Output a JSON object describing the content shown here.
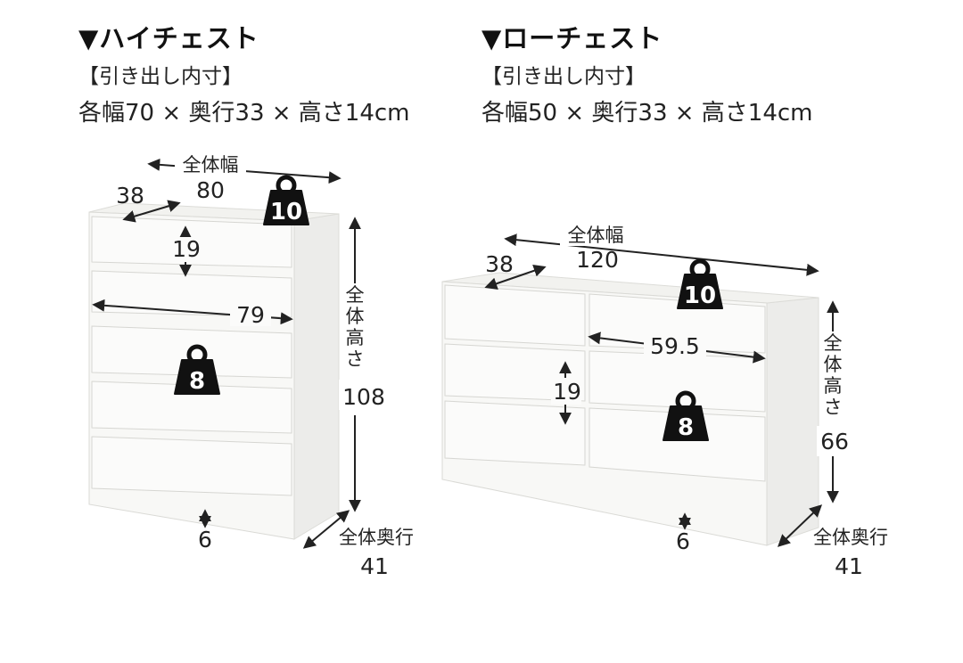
{
  "left": {
    "title": "▼ハイチェスト",
    "drawer_label": "【引き出し内寸】",
    "drawer_dims": "各幅70 × 奥行33 × 高さ14cm",
    "dims": {
      "width_label": "全体幅",
      "width": "80",
      "top_depth": "38",
      "drawer_height": "19",
      "drawer_width": "79",
      "height_label_chars": [
        "全",
        "体",
        "高",
        "さ"
      ],
      "height": "108",
      "base": "6",
      "depth_label": "全体奥行",
      "depth": "41"
    },
    "load_top": "10",
    "load_drawer": "8"
  },
  "right": {
    "title": "▼ローチェスト",
    "drawer_label": "【引き出し内寸】",
    "drawer_dims": "各幅50 × 奥行33 × 高さ14cm",
    "dims": {
      "width_label": "全体幅",
      "width": "120",
      "top_depth": "38",
      "drawer_width": "59.5",
      "drawer_height": "19",
      "height_label_chars": [
        "全",
        "体",
        "高",
        "さ"
      ],
      "height": "66",
      "base": "6",
      "depth_label": "全体奥行",
      "depth": "41"
    },
    "load_top": "10",
    "load_drawer": "8"
  },
  "colors": {
    "furniture": "#f6f6f4",
    "edge": "#d8d8d4",
    "line": "#222222",
    "weight": "#111111"
  }
}
